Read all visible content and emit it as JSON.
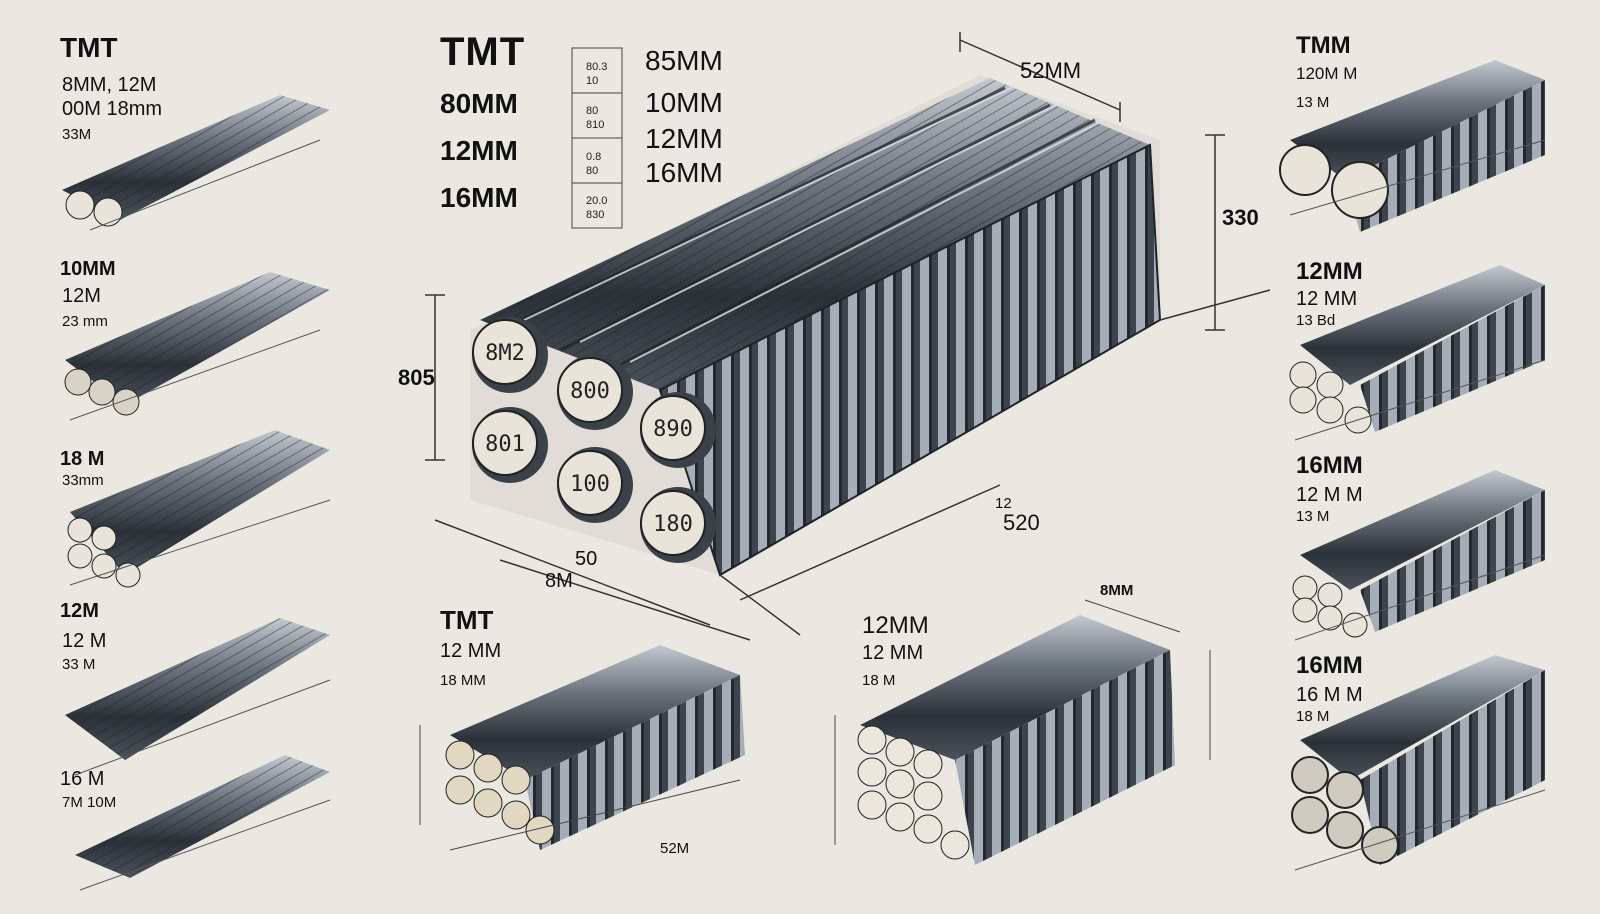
{
  "colors": {
    "background": "#ebe8e2",
    "steel_dark": "#2b3138",
    "steel_mid": "#5d6670",
    "steel_light": "#b7bec6",
    "face": "#e9e4d9",
    "line": "#333333"
  },
  "main": {
    "title": "TMT",
    "sizes_left": [
      "80MM",
      "12MM",
      "16MM"
    ],
    "sizes_right": [
      "85MM",
      "10MM",
      "12MM",
      "16MM"
    ],
    "table_cells": [
      "80.3",
      "10",
      "80",
      "810",
      "0.8",
      "80",
      "20.0",
      "830"
    ],
    "dims": {
      "top": "52MM",
      "right": "330",
      "left": "805",
      "front": "520",
      "front_small": "12",
      "bottom1": "50",
      "bottom2": "8M"
    },
    "rod_labels": [
      "8M2",
      "800",
      "890",
      "801",
      "100",
      "180"
    ]
  },
  "left_column": [
    {
      "title": "TMT",
      "line1": "8MM, 12M",
      "line2": "00M 18mm",
      "line3": "33M"
    },
    {
      "title": "10MM",
      "line1": "12M",
      "line2": "23 mm"
    },
    {
      "title": "18 M",
      "line1": "33mm"
    },
    {
      "title": "12M",
      "line1": "12 M",
      "line2": "33 M"
    },
    {
      "title": "16 M",
      "line1": "7M 10M"
    }
  ],
  "right_column": [
    {
      "title": "TMM",
      "line1": "120M M",
      "line2": "13 M"
    },
    {
      "title": "12MM",
      "line1": "12 MM",
      "line2": "13 Bd"
    },
    {
      "title": "16MM",
      "line1": "12 M M",
      "line2": "13 M"
    },
    {
      "title": "16MM",
      "line1": "16 M M",
      "line2": "18 M"
    }
  ],
  "bottom_left": {
    "title": "TMT",
    "line1": "12 MM",
    "line2": "18 MM",
    "dim": "52M"
  },
  "bottom_mid": {
    "title": "12MM",
    "line1": "12 MM",
    "line2": "18 M",
    "dim": "8MM"
  }
}
